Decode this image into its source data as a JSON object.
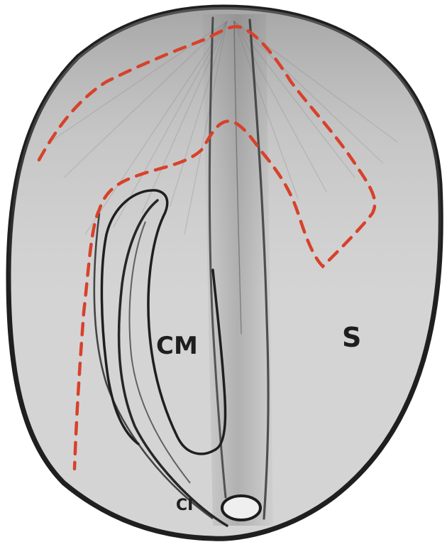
{
  "drawing": {
    "labels": {
      "cm": "CM",
      "s": "S",
      "ci": "CI"
    },
    "colors": {
      "paper": "#d6d6d6",
      "pencil": "#2a2a2a",
      "outline": "#202020",
      "dashed_line": "#d8412b",
      "shading": "#8f8f8f"
    }
  }
}
